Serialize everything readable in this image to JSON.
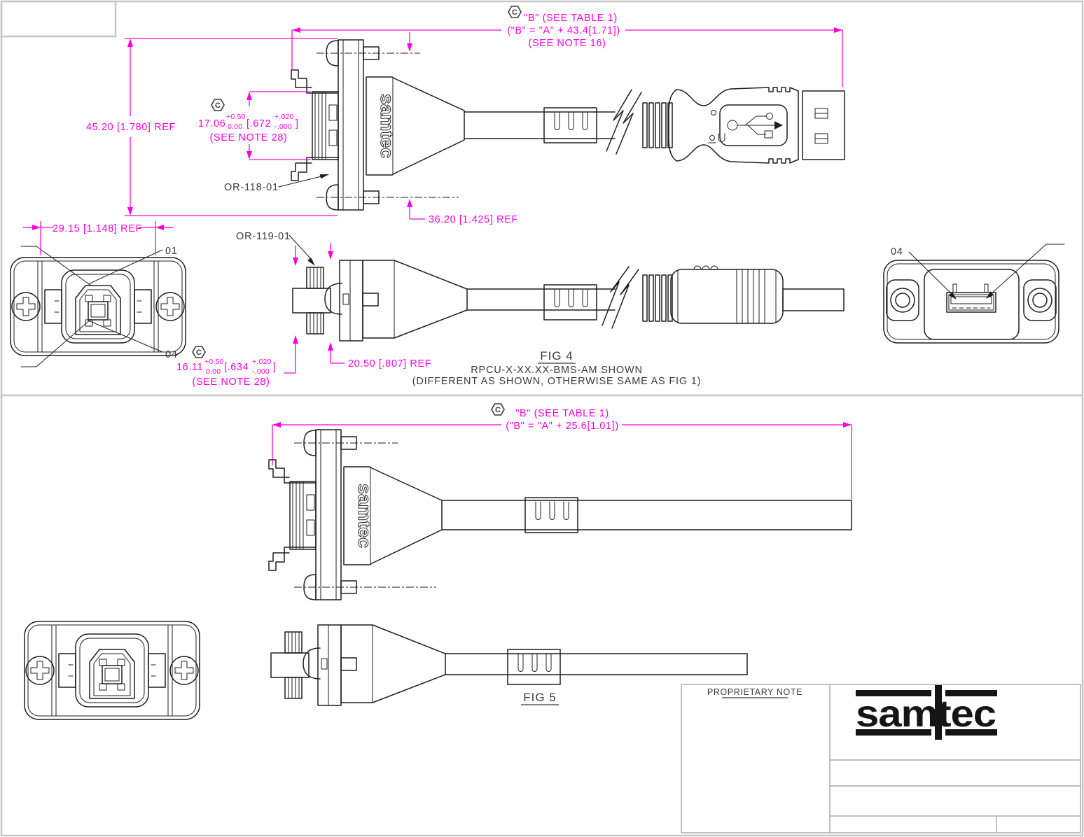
{
  "colors": {
    "dimension_magenta": "#FF00DC",
    "drawing_line": "#1e1e1e",
    "frame_gray": "#c6c6c6",
    "logo_black": "#151515"
  },
  "sheet": {
    "brand_logo": "samtec",
    "molded_text": "samtec",
    "proprietary_note": "PROPRIETARY NOTE",
    "flag_note_letter": "C"
  },
  "fig4": {
    "length_dim": {
      "line1": "\"B\" (SEE TABLE 1)",
      "line2": "(\"B\" = \"A\" + 43.4[1.71])",
      "line3": "(SEE NOTE 16)"
    },
    "height_dim": "45.20 [1.780] REF",
    "screw_span_dim": "36.20 [1.425] REF",
    "panel_width_dim": "29.15 [1.148] REF",
    "oring_top": {
      "mm": "17.06",
      "tol_plus": "+0.50",
      "tol_minus": "0.00",
      "inch": "[.672",
      "inch_tol_plus": "+.020",
      "inch_tol_minus": "-.000",
      "bracket_close": "]",
      "note": "(SEE NOTE 28)"
    },
    "oring_front": {
      "mm": "16.11",
      "tol_plus": "+0.50",
      "tol_minus": "0.00",
      "inch": "[.634",
      "inch_tol_plus": "+.020",
      "inch_tol_minus": "-.000",
      "bracket_close": "]",
      "note": "(SEE NOTE 28)"
    },
    "boss_dim": "20.50 [.807] REF",
    "oring_label_1": "OR-118-01",
    "oring_label_2": "OR-119-01",
    "pin_label_01": "01",
    "pin_label_04": "04",
    "pin_label_04_right": "04",
    "caption": {
      "title": "FIG 4",
      "line1": "RPCU-X-XX.XX-BMS-AM SHOWN",
      "line2": "(DIFFERENT AS SHOWN, OTHERWISE SAME AS FIG 1)"
    }
  },
  "fig5": {
    "length_dim": {
      "line1": "\"B\" (SEE TABLE 1)",
      "line2": "(\"B\" = \"A\" + 25.6[1.01])"
    },
    "caption": {
      "title": "FIG 5"
    }
  }
}
